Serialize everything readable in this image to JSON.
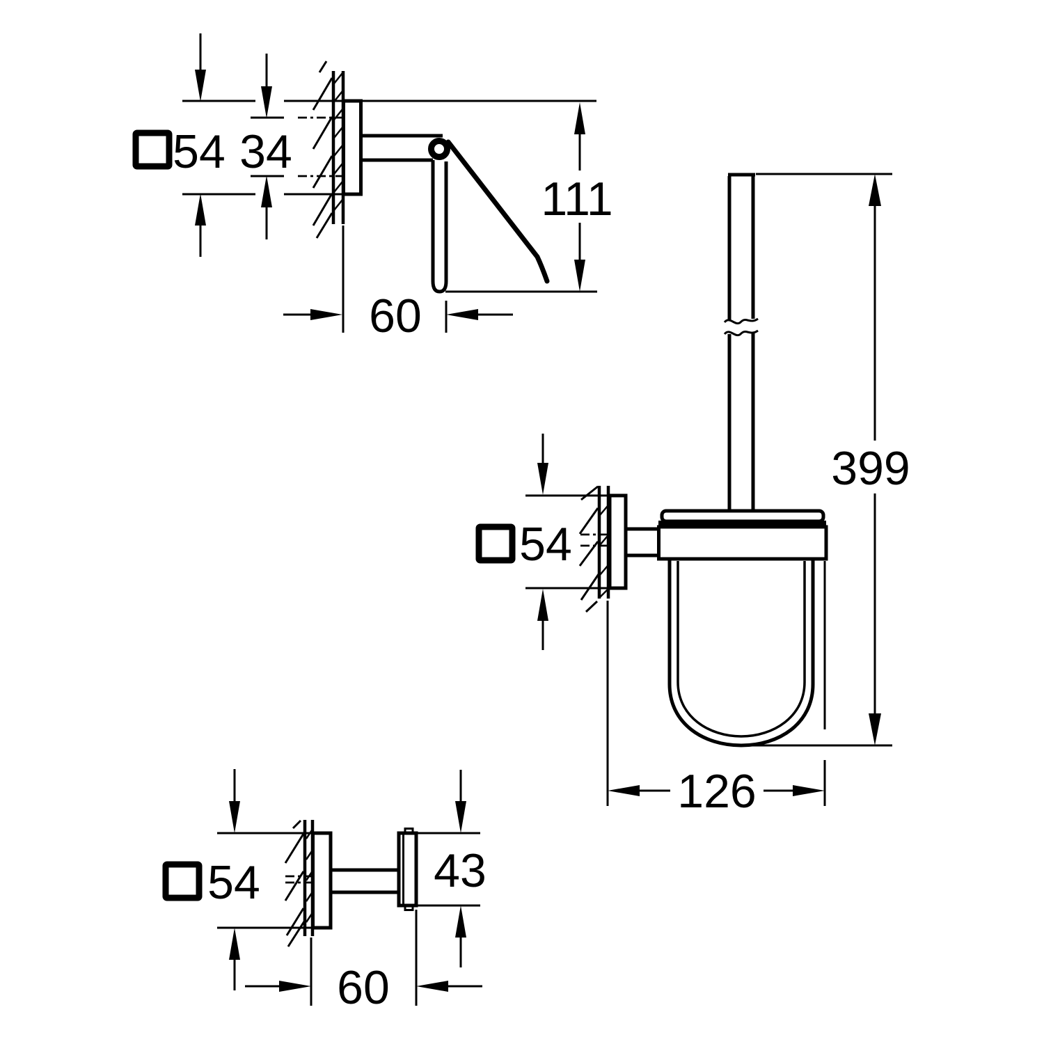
{
  "drawing": {
    "background": "#ffffff",
    "line_color": "#000000",
    "views": {
      "paper_holder": {
        "square": "54",
        "plate_depth": "34",
        "height": "111",
        "projection": "60"
      },
      "brush_set": {
        "square": "54",
        "height": "399",
        "projection": "126"
      },
      "hook": {
        "square": "54",
        "face_height": "43",
        "projection": "60"
      }
    }
  }
}
